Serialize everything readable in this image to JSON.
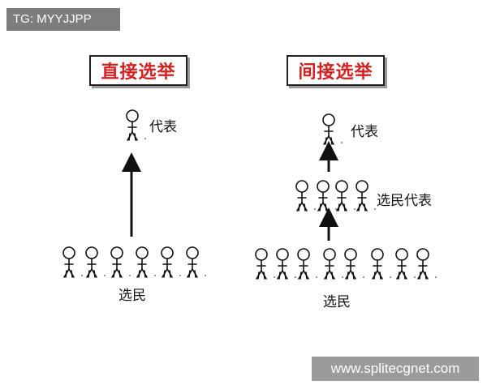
{
  "header_tag": "TG: MYYJJPP",
  "watermark": "www.splitecgnet.com",
  "panels": {
    "direct": {
      "title": "直接选举",
      "top_label": "代表",
      "bottom_label": "选民"
    },
    "indirect": {
      "title": "间接选举",
      "top_label": "代表",
      "middle_label": "选民代表",
      "bottom_label": "选民"
    }
  },
  "colors": {
    "title_text": "#d62020",
    "figure_stroke": "#111111",
    "tag_bg": "#7d7d7d",
    "watermark_bg": "#9b9b9b"
  }
}
